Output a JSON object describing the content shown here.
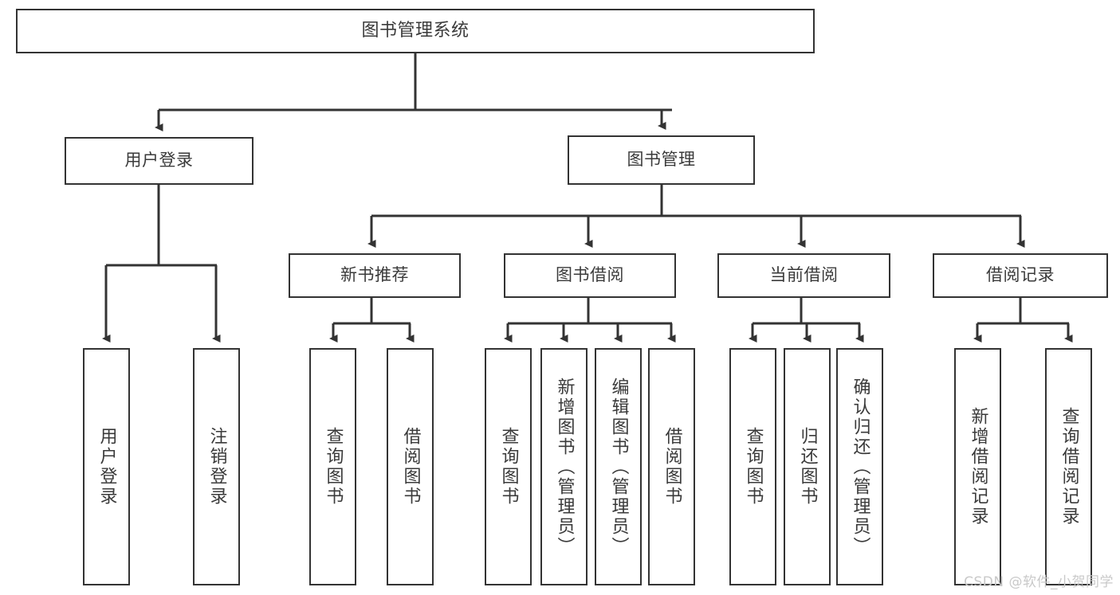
{
  "diagram": {
    "title": "图书管理系统",
    "type": "tree-structure-chart",
    "watermark": "CSDN @软件_小贺同学",
    "colors": {
      "box_border": "#333333",
      "box_fill": "#ffffff",
      "edge": "#333333",
      "text": "#3a3a3a",
      "watermark": "#c9c9c9",
      "background": "#ffffff"
    },
    "nodes": {
      "root": {
        "label": "图书管理系统"
      },
      "level1": [
        {
          "id": "user-login",
          "label": "用户登录"
        },
        {
          "id": "book-manage",
          "label": "图书管理"
        }
      ],
      "level2": [
        {
          "id": "new-book-recommend",
          "label": "新书推荐"
        },
        {
          "id": "book-borrow",
          "label": "图书借阅"
        },
        {
          "id": "current-borrow",
          "label": "当前借阅"
        },
        {
          "id": "borrow-record",
          "label": "借阅记录"
        }
      ],
      "leaves": {
        "user_login": [
          {
            "id": "leaf-user-login",
            "label": "用户登录"
          },
          {
            "id": "leaf-logout-login",
            "label": "注销登录"
          }
        ],
        "new_book_recommend": [
          {
            "id": "leaf-query-book-1",
            "label": "查询图书"
          },
          {
            "id": "leaf-borrow-book-1",
            "label": "借阅图书"
          }
        ],
        "book_borrow": [
          {
            "id": "leaf-query-book-2",
            "label": "查询图书"
          },
          {
            "id": "leaf-add-book",
            "label": "新增图书（管理员）"
          },
          {
            "id": "leaf-edit-book",
            "label": "编辑图书（管理员）"
          },
          {
            "id": "leaf-borrow-book-2",
            "label": "借阅图书"
          }
        ],
        "current_borrow": [
          {
            "id": "leaf-query-book-3",
            "label": "查询图书"
          },
          {
            "id": "leaf-return-book",
            "label": "归还图书"
          },
          {
            "id": "leaf-confirm-return",
            "label": "确认归还（管理员）"
          }
        ],
        "borrow_record": [
          {
            "id": "leaf-add-record",
            "label": "新增借阅记录"
          },
          {
            "id": "leaf-query-record",
            "label": "查询借阅记录"
          }
        ]
      }
    }
  }
}
